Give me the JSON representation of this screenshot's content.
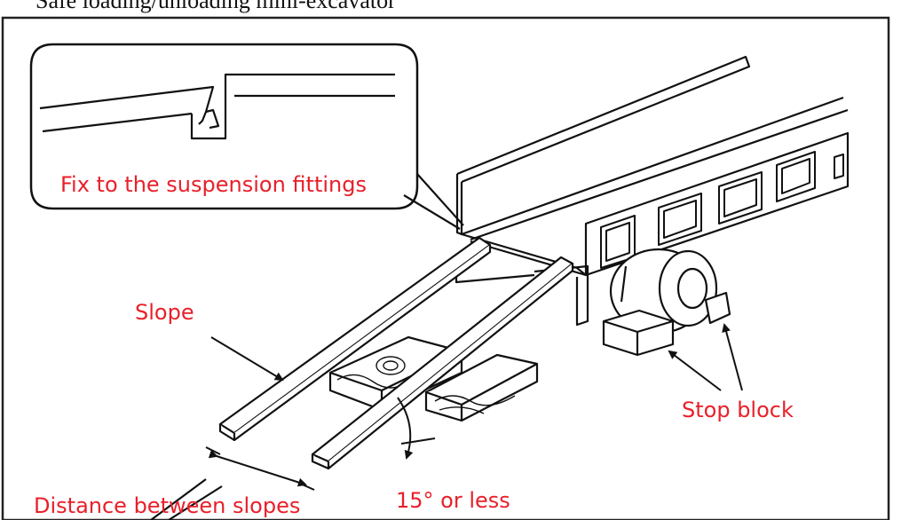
{
  "caption": "Safe loading/unloading mini-excavator",
  "labels": {
    "callout": "Fix to the suspension fittings",
    "slope": "Slope",
    "stop_block": "Stop block",
    "angle": "15° or less",
    "distance": "Distance between slopes"
  },
  "colors": {
    "line": "#111111",
    "label": "#e8202a",
    "frame": "#222222"
  }
}
